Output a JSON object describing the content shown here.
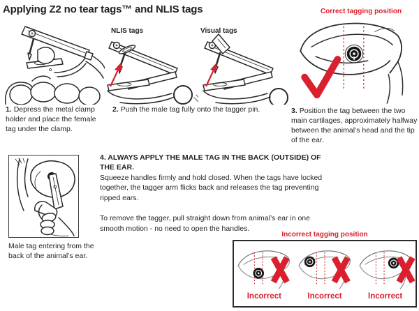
{
  "title": "Applying Z2 no tear tags™ and NLIS tags",
  "colors": {
    "accent_red": "#da202e",
    "ink": "#231f20"
  },
  "step2_labels": {
    "nlis": "NLIS tags",
    "visual": "Visual tags"
  },
  "correct_heading": "Correct tagging position",
  "steps": [
    {
      "num": "1.",
      "text": "Depress the metal clamp holder and place the female tag under the clamp."
    },
    {
      "num": "2.",
      "text": "Push the male tag fully onto the tagger pin."
    },
    {
      "num": "3.",
      "text": "Position the tag between the two main cartilages, approximately halfway between the animal’s head and the tip of the ear."
    }
  ],
  "figure_caption": "Male tag entering from the back of the animal’s ear.",
  "step4": {
    "heading": "4. ALWAYS APPLY THE MALE TAG IN THE BACK (OUTSIDE) OF THE EAR.",
    "para1": "Squeeze handles firmly and hold closed. When the tags have locked together, the tagger arm flicks back and releases the tag preventing ripped ears.",
    "para2": "To remove the tagger, pull straight down from animal’s ear in one smooth motion - no need to open the handles."
  },
  "incorrect": {
    "heading": "Incorrect tagging position",
    "label": "Incorrect"
  }
}
